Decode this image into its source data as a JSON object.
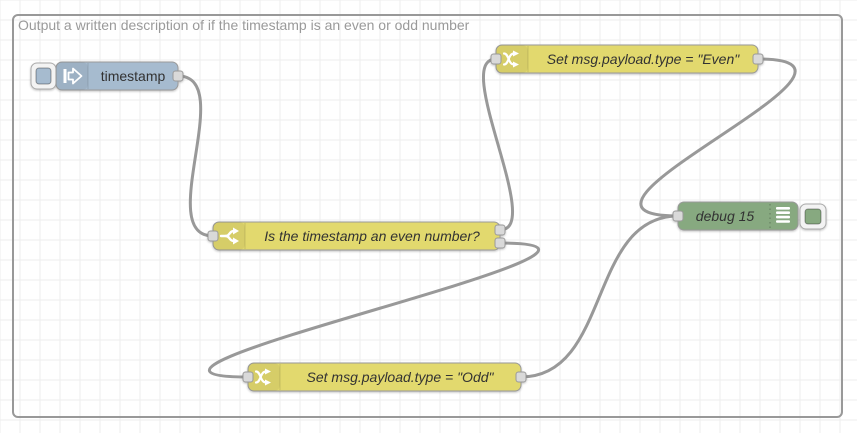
{
  "canvas": {
    "grid_size": 20,
    "grid_color": "#ededed",
    "background": "#ffffff"
  },
  "group": {
    "label": "Output a written description of if the timestamp is an even or odd number"
  },
  "colors": {
    "inject_blue": "#a6bbcf",
    "function_yellow": "#e2d96e",
    "debug_green": "#87a980",
    "wire": "#999999",
    "port_fill": "#d9d9d9",
    "node_border": "#999999",
    "group_border": "#999999",
    "group_label": "#9a9a9a",
    "label_text": "#333333"
  },
  "nodes": {
    "inject": {
      "type": "inject",
      "label": "timestamp",
      "icon": "inject-arrow-icon",
      "outputs": 1
    },
    "switch": {
      "type": "switch",
      "label": "Is the timestamp an even number?",
      "icon": "switch-fork-icon",
      "outputs": 2
    },
    "change_even": {
      "type": "change",
      "label": "Set msg.payload.type = \"Even\"",
      "icon": "shuffle-icon",
      "outputs": 1
    },
    "change_odd": {
      "type": "change",
      "label": "Set msg.payload.type = \"Odd\"",
      "icon": "shuffle-icon",
      "outputs": 1
    },
    "debug": {
      "type": "debug",
      "label": "debug 15",
      "icon": "list-icon",
      "outputs": 0
    }
  },
  "wires": [
    {
      "from": "timestamp",
      "to": "Is the timestamp an even number?"
    },
    {
      "from": "Is the timestamp an even number? output 1",
      "to": "Set msg.payload.type = \"Even\""
    },
    {
      "from": "Is the timestamp an even number? output 2",
      "to": "Set msg.payload.type = \"Odd\""
    },
    {
      "from": "Set msg.payload.type = \"Even\"",
      "to": "debug 15"
    },
    {
      "from": "Set msg.payload.type = \"Odd\"",
      "to": "debug 15"
    }
  ]
}
